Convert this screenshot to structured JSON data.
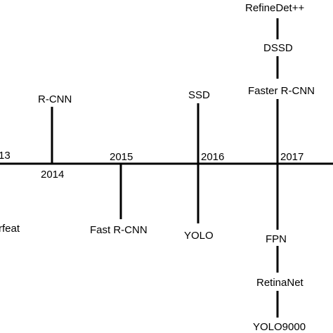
{
  "timeline": {
    "years": {
      "y2013": "13",
      "y2014": "2014",
      "y2015": "2015",
      "y2016": "2016",
      "y2017": "2017"
    },
    "methods": {
      "overfeat": "rfeat",
      "rcnn": "R-CNN",
      "fast_rcnn": "Fast R-CNN",
      "ssd": "SSD",
      "yolo": "YOLO",
      "refinedet": "RefineDet++",
      "dssd": "DSSD",
      "faster_rcnn": "Faster R-CNN",
      "fpn": "FPN",
      "retinanet": "RetinaNet",
      "yolo9000": "YOLO9000"
    },
    "colors": {
      "line": "#000000",
      "text": "#000000",
      "background": "#ffffff"
    }
  }
}
